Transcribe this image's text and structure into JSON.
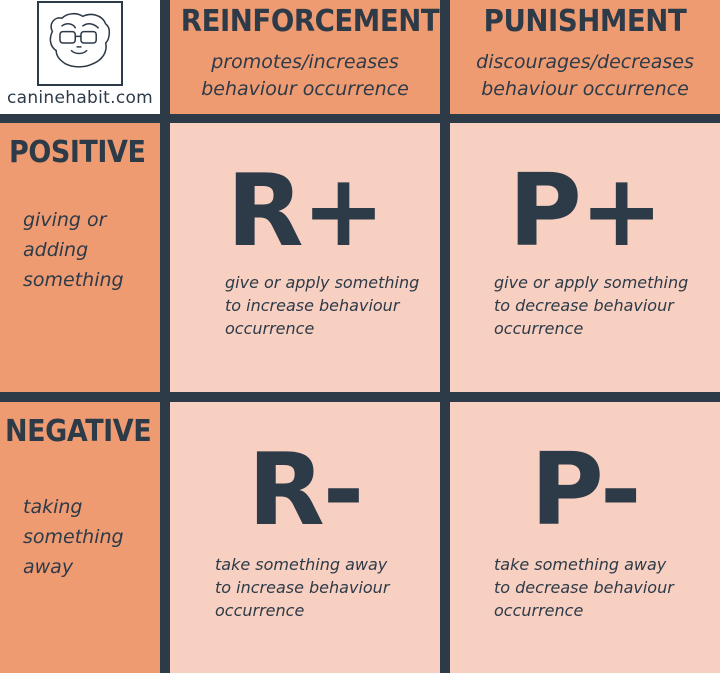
{
  "logo": {
    "text": "caninehabit.com",
    "icon": "dog-face-icon"
  },
  "columns": {
    "reinforcement": {
      "title": "REINFORCEMENT",
      "sub1": "promotes/increases",
      "sub2": "behaviour occurrence"
    },
    "punishment": {
      "title": "PUNISHMENT",
      "sub1": "discourages/decreases",
      "sub2": "behaviour occurrence"
    }
  },
  "rows": {
    "positive": {
      "title": "POSITIVE",
      "lines": [
        "giving or",
        "adding",
        "something"
      ]
    },
    "negative": {
      "title": "NEGATIVE",
      "lines": [
        "taking",
        "something",
        "away"
      ]
    }
  },
  "cells": {
    "r_plus": {
      "symbol": "R+",
      "lines": [
        "give or apply something",
        "to increase behaviour",
        "occurrence"
      ]
    },
    "p_plus": {
      "symbol": "P+",
      "lines": [
        "give or apply something",
        "to decrease behaviour",
        "occurrence"
      ]
    },
    "r_minus": {
      "symbol": "R-",
      "lines": [
        "take something away",
        "to increase behaviour",
        "occurrence"
      ]
    },
    "p_minus": {
      "symbol": "P-",
      "lines": [
        "take something away",
        "to decrease behaviour",
        "occurrence"
      ]
    }
  },
  "colors": {
    "dark": "#2d3a48",
    "header": "#ef9b72",
    "body": "#f7d0c1"
  }
}
